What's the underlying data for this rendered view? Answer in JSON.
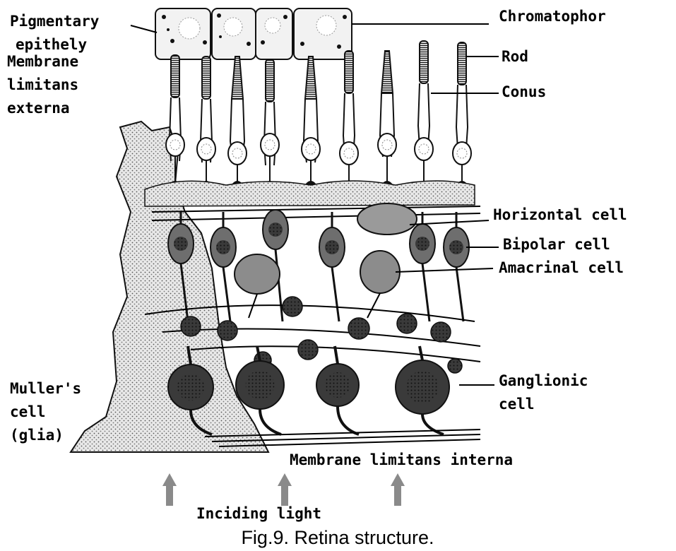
{
  "labels": {
    "pigmentary_epithely": [
      "Pigmentary",
      "epithely"
    ],
    "membrane_limitans_externa": [
      "Membrane",
      "limitans",
      "externa"
    ],
    "mullers_cell": [
      "Muller's",
      "cell",
      "(glia)"
    ],
    "chromatophor": "Chromatophor",
    "rod": "Rod",
    "conus": "Conus",
    "horizontal_cell": "Horizontal cell",
    "bipolar_cell": "Bipolar cell",
    "amacrinal_cell": "Amacrinal cell",
    "ganglionic_cell": [
      "Ganglionic",
      "cell"
    ],
    "membrane_limitans_interna": "Membrane limitans interna",
    "inciding_light": "Inciding light"
  },
  "caption": "Fig.9. Retina structure.",
  "colors": {
    "ink": "#000000",
    "glia_fill": "#e4e4e4",
    "pigment_fill": "#f2f2f2",
    "horizontal_fill": "#9a9a9a",
    "bipolar_fill": "#6e6e6e",
    "amacrine_fill": "#8c8c8c",
    "ganglion_fill": "#3a3a3a",
    "arrow": "#8a8a8a"
  }
}
